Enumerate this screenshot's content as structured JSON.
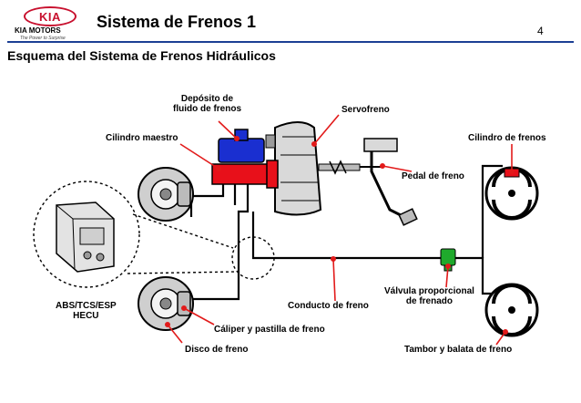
{
  "header": {
    "logo_text": "KIA",
    "logo_subtitle": "KIA MOTORS",
    "logo_tagline": "The Power to Surprise",
    "title": "Sistema de Frenos 1",
    "page_number": "4"
  },
  "subtitle": "Esquema del Sistema de Frenos Hidráulicos",
  "labels": {
    "reservoir_line1": "Depósito de",
    "reservoir_line2": "fluido de frenos",
    "servo": "Servofreno",
    "master_cylinder": "Cilindro maestro",
    "wheel_cylinder": "Cilindro de frenos",
    "pedal": "Pedal de freno",
    "proportioning_valve_line1": "Válvula proporcional",
    "proportioning_valve_line2": "de frenado",
    "brake_line": "Conducto de freno",
    "abs_line1": "ABS/TCS/ESP",
    "abs_line2": "HECU",
    "caliper": "Cáliper y pastilla de freno",
    "disc": "Disco de freno",
    "drum": "Tambor y balata de freno"
  },
  "colors": {
    "brand_red": "#c8102e",
    "header_rule": "#1c3f94",
    "reservoir": "#1a2fd0",
    "master_cylinder": "#e8101a",
    "valve": "#1faa2c",
    "leader": "#e21a1a"
  }
}
